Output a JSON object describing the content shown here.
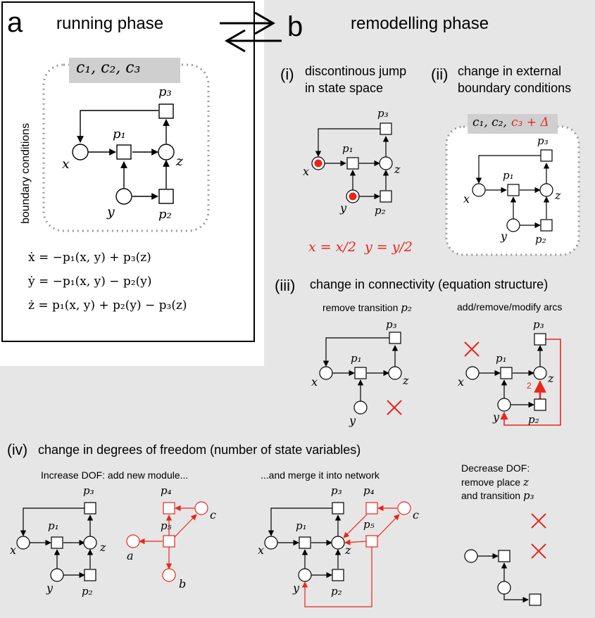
{
  "panel_a": {
    "letter": "a",
    "title": "running phase",
    "params": "c₁,  c₂,  c₃",
    "boundary_label": "boundary conditions",
    "equations": [
      "ẋ = −p₁(x, y) + p₃(z)",
      "ẏ = −p₁(x, y) − p₂(y)",
      "ż = p₁(x, y) + p₂(y) − p₃(z)"
    ]
  },
  "panel_b": {
    "letter": "b",
    "title": "remodelling phase",
    "i": {
      "numeral": "(i)",
      "line1": "discontinous jump",
      "line2": "in state space",
      "eq_x": "x = x/2",
      "eq_y": "y = y/2"
    },
    "ii": {
      "numeral": "(ii)",
      "line1": "change in external",
      "line2": "boundary conditions",
      "params_black": "c₁, c₂,",
      "params_red": "c₃ + Δ"
    },
    "iii": {
      "numeral": "(iii)",
      "title": "change in connectivity (equation structure)",
      "left_caption": "remove transition",
      "left_caption_var": "p₂",
      "right_caption": "add/remove/modify arcs",
      "arc_weight": "2"
    },
    "iv": {
      "numeral": "(iv)",
      "title": "change in degrees of freedom (number of state variables)",
      "caption1": "Increase DOF: add new module...",
      "caption2": "...and merge it into network",
      "caption3_line1": "Decrease DOF:",
      "caption3_line2": "remove place",
      "caption3_line2_var": "z",
      "caption3_line3": "and transition",
      "caption3_line3_var": "p₃"
    }
  },
  "node_labels": {
    "x": "x",
    "y": "y",
    "z": "z",
    "p1": "p₁",
    "p2": "p₂",
    "p3": "p₃",
    "p4": "p₄",
    "p5": "p₅",
    "a": "a",
    "b": "b",
    "c": "c"
  },
  "colors": {
    "red": "#e8261c",
    "panel_gray": "#e6e6e6",
    "param_box": "#cfcfcf",
    "dotted": "#9a9a9a"
  }
}
